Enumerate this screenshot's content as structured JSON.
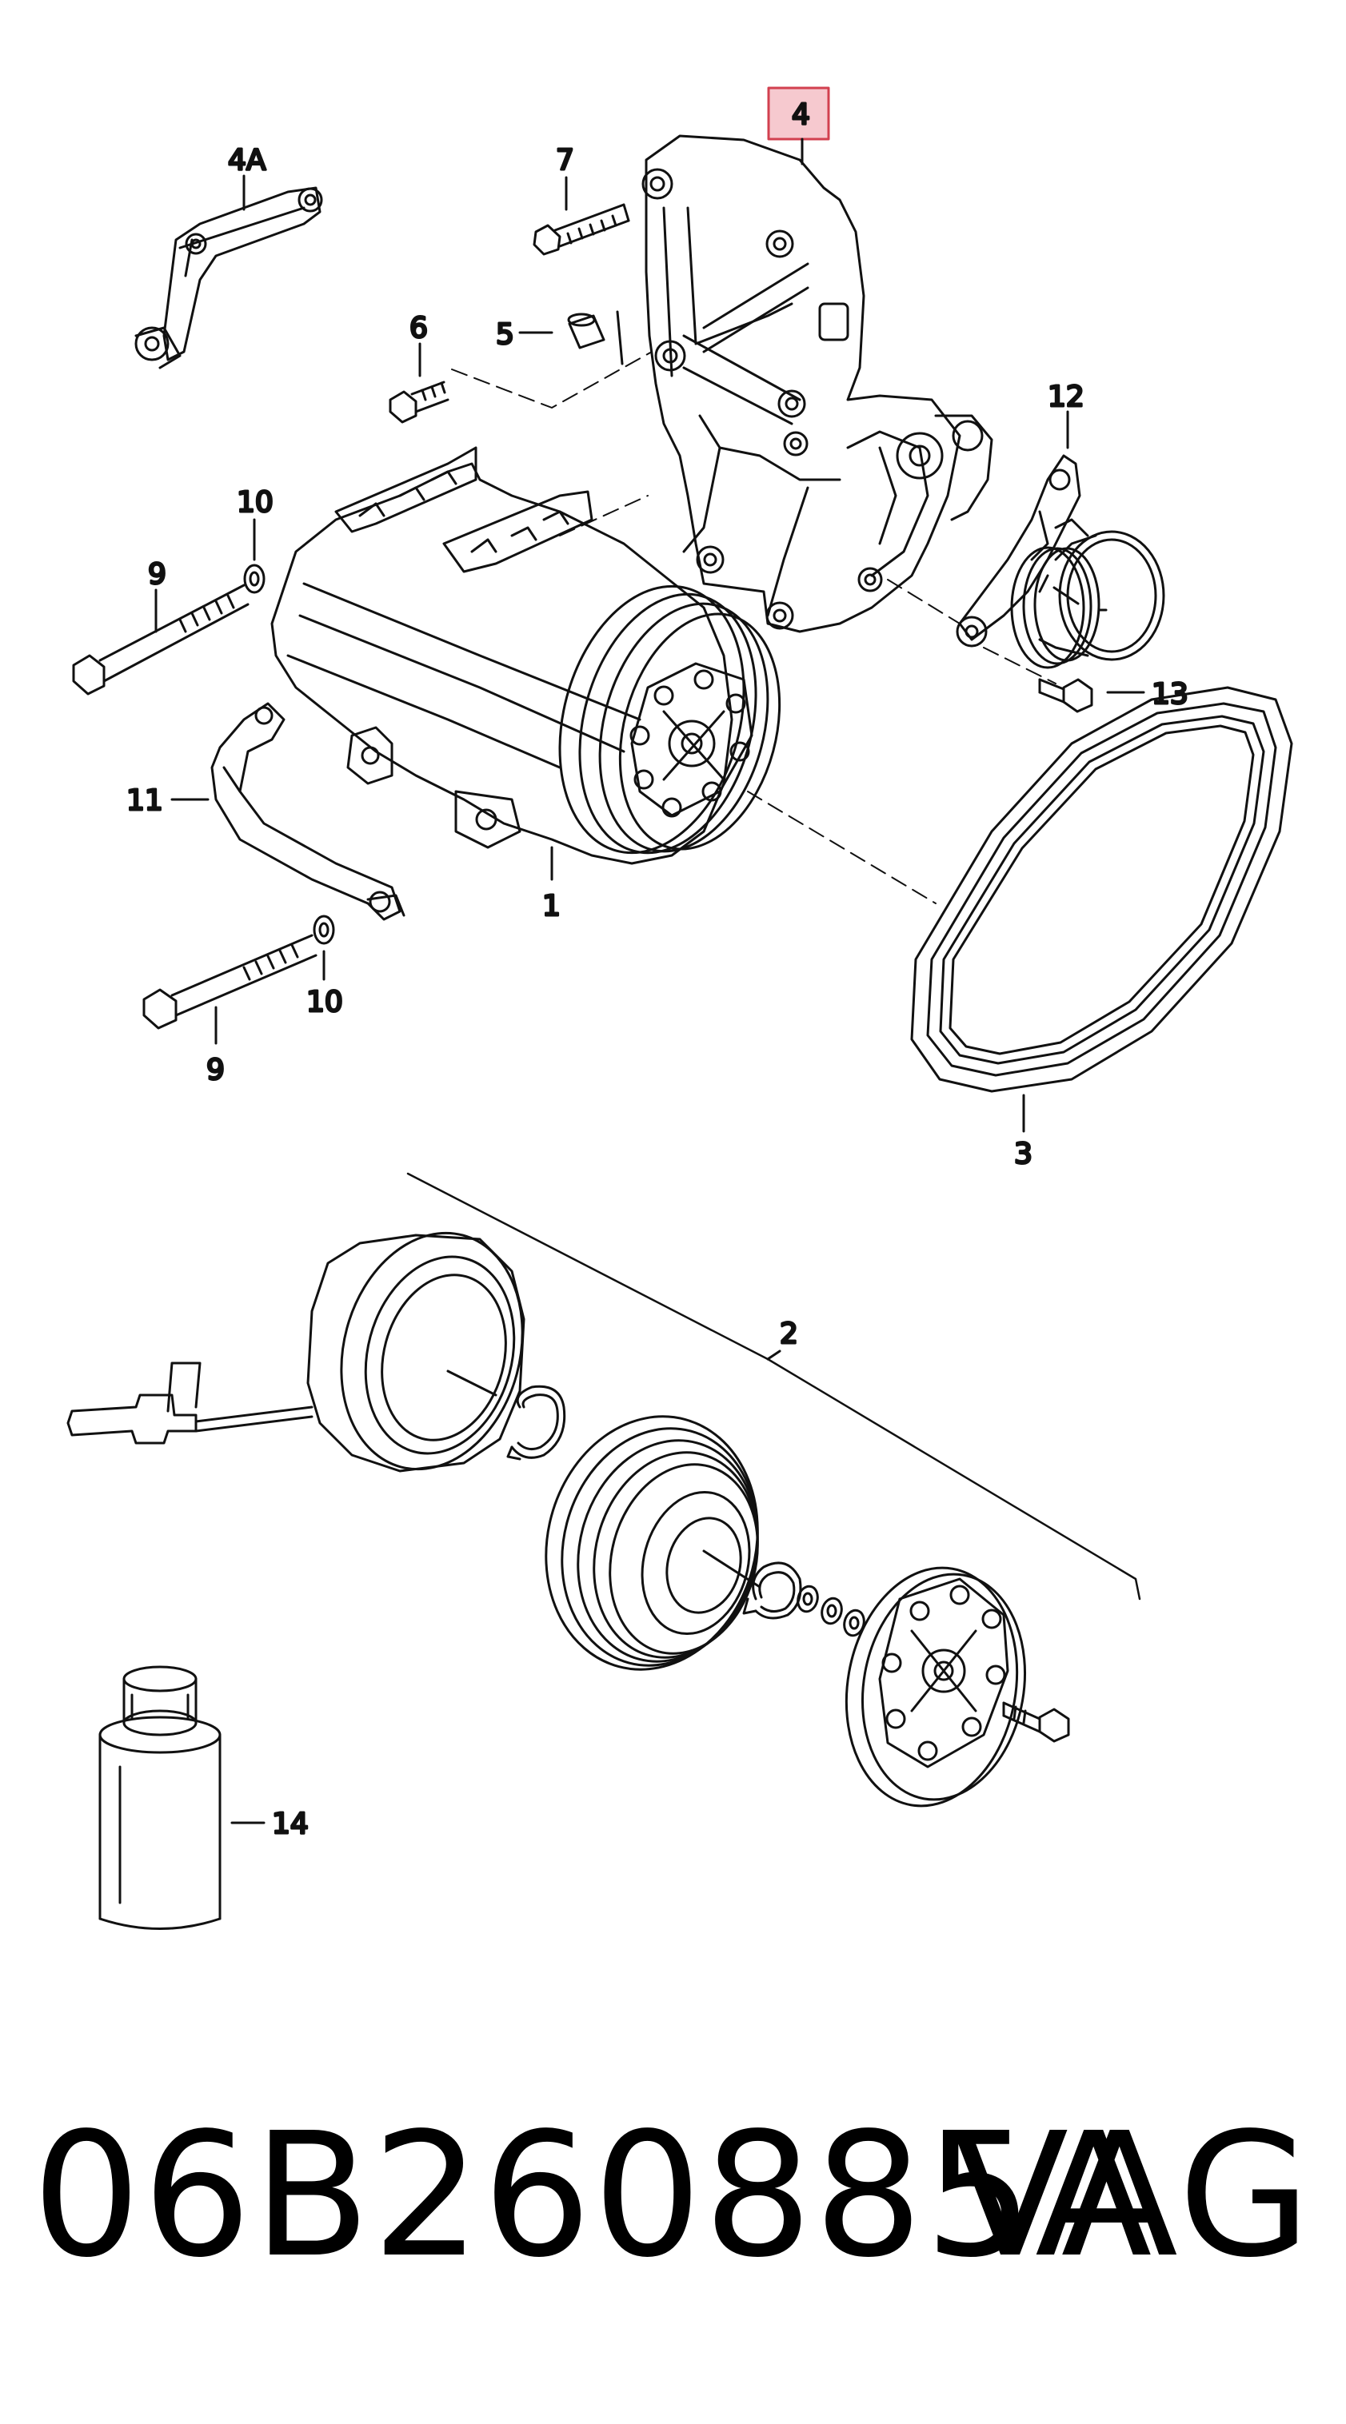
{
  "callouts": {
    "c4a": "4A",
    "c7": "7",
    "c4": "4",
    "c6": "6",
    "c5": "5",
    "c10a": "10",
    "c12": "12",
    "c9a": "9",
    "c13": "13",
    "c11": "11",
    "c1": "1",
    "c10b": "10",
    "c9b": "9",
    "c3": "3",
    "c2": "2",
    "c14": "14"
  },
  "highlight_color": "#f6c9cf",
  "highlight_border": "#d2404f",
  "footer": {
    "part_number": "06B260885A",
    "brand": "VAG"
  }
}
